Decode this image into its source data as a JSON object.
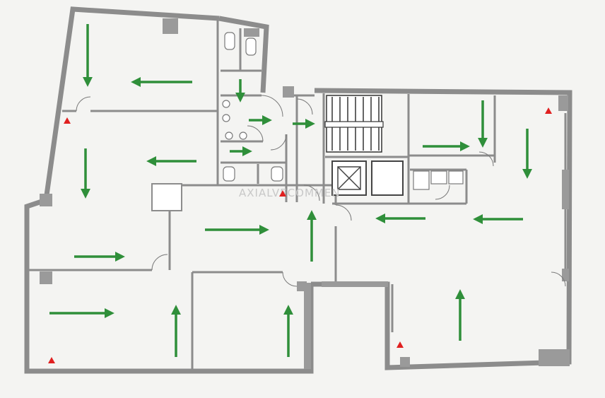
{
  "watermark": "AXIALVECOMMEN",
  "colors": {
    "arrow": "#2f8f3a",
    "alarm": "#e02020",
    "wall": "#8c8c8c",
    "background": "#f4f4f2"
  },
  "icons": [
    "evacuation-arrow",
    "fire-alarm-marker",
    "staircase",
    "elevator",
    "toilet-fixture",
    "sink-fixture"
  ]
}
